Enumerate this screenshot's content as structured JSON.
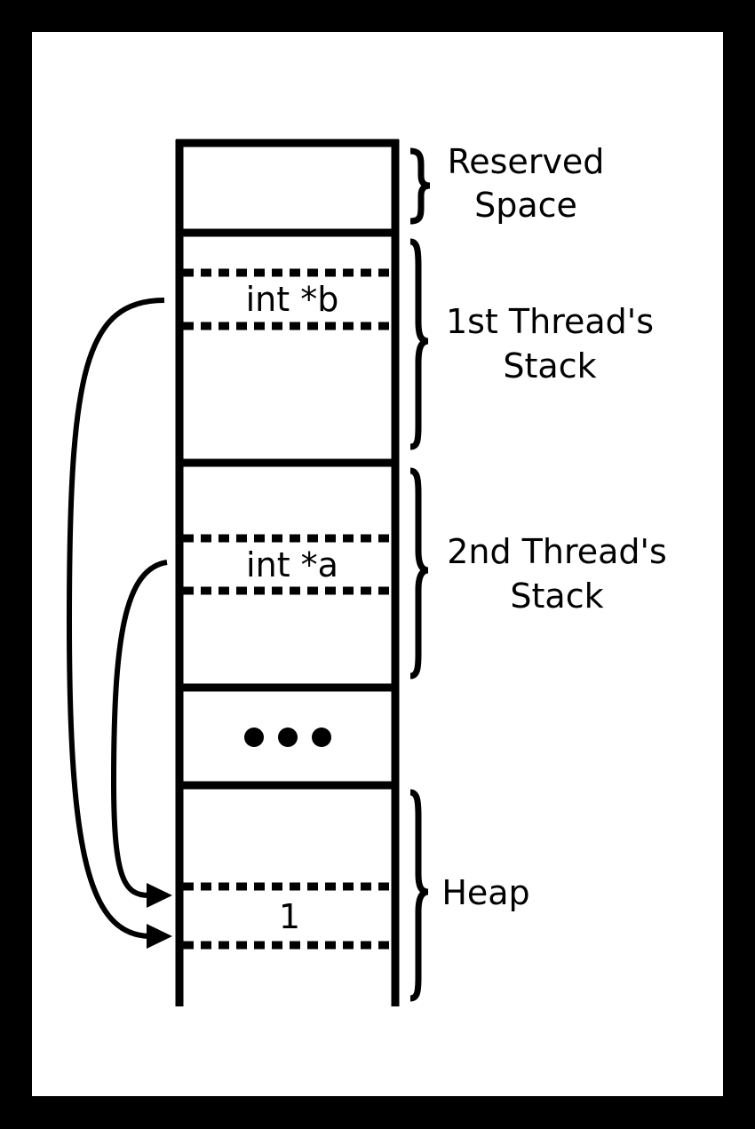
{
  "colors": {
    "background": "#ffffff",
    "border": "#000000",
    "ink": "#000000"
  },
  "sections": {
    "reserved": {
      "label_line1": "Reserved",
      "label_line2": "Space"
    },
    "thread1": {
      "label_line1": "1st Thread's",
      "label_line2": "Stack",
      "variable": "int *b"
    },
    "thread2": {
      "label_line1": "2nd Thread's",
      "label_line2": "Stack",
      "variable": "int *a"
    },
    "ellipsis": {
      "glyph": "•••"
    },
    "heap": {
      "label": "Heap",
      "value": "1"
    }
  }
}
